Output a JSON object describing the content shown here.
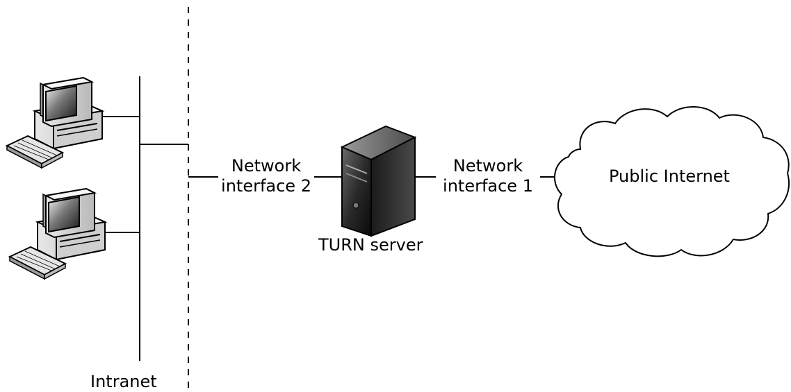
{
  "labels": {
    "network_interface_2": [
      "Network",
      "interface 2"
    ],
    "network_interface_1": [
      "Network",
      "interface 1"
    ],
    "turn_server": "TURN server",
    "public_internet": "Public Internet",
    "intranet": "Intranet"
  },
  "icons": {
    "workstation": "desktop-computer-icon",
    "server": "tower-server-icon",
    "cloud": "cloud-icon"
  },
  "colors": {
    "line": "#000000",
    "background": "#ffffff"
  }
}
